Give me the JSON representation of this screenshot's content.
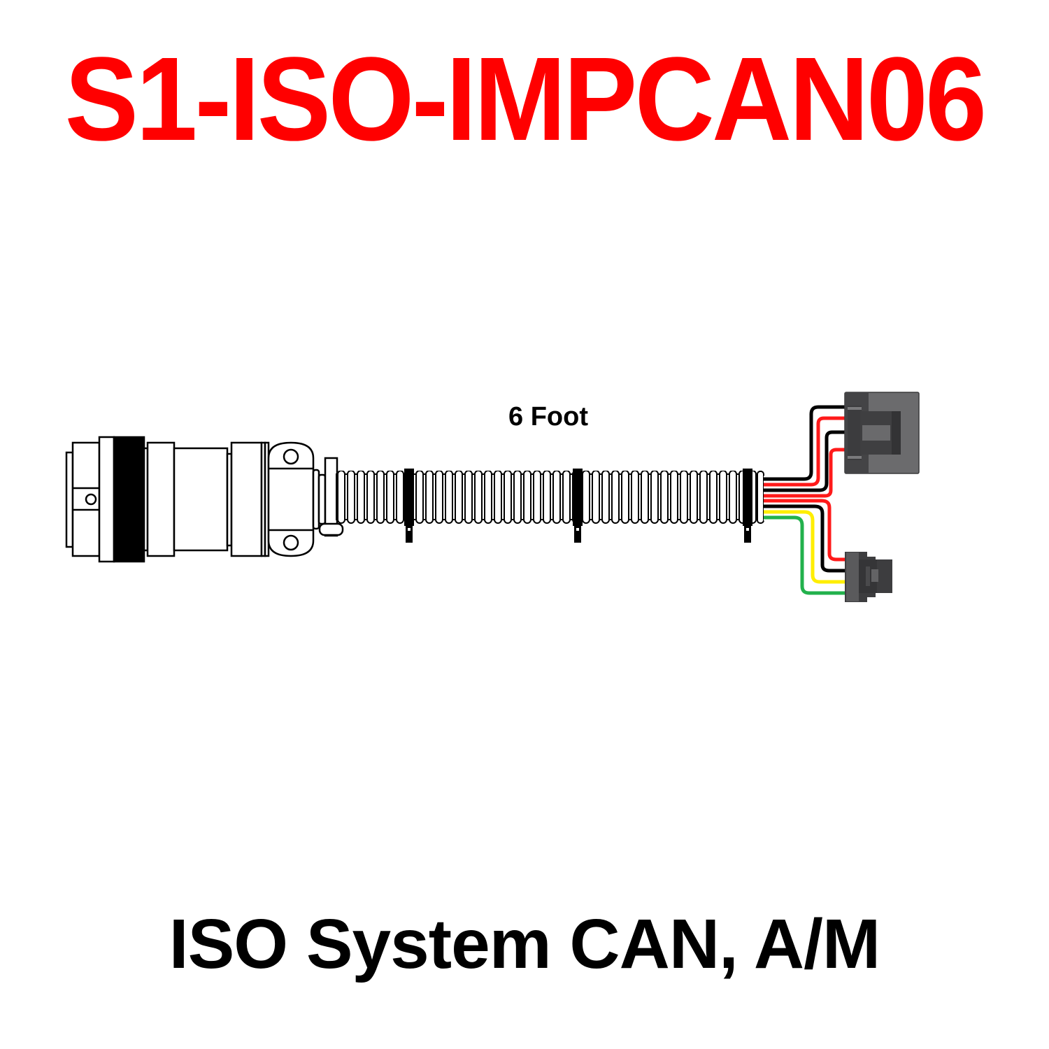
{
  "title": {
    "text": "S1-ISO-IMPCAN06",
    "color": "#ff0000"
  },
  "diagram": {
    "length_label": "6 Foot",
    "cable": {
      "type": "corrugated-loom",
      "clamp_count": 3
    },
    "left_connector": {
      "type": "circular-connector",
      "band_color": "#000000"
    },
    "breakout_wires": [
      {
        "color_name": "black",
        "color": "#000000"
      },
      {
        "color_name": "red",
        "color": "#ff1a1a"
      },
      {
        "color_name": "black",
        "color": "#000000"
      },
      {
        "color_name": "red",
        "color": "#ff1a1a"
      },
      {
        "color_name": "red",
        "color": "#ff1a1a"
      },
      {
        "color_name": "black",
        "color": "#000000"
      },
      {
        "color_name": "yellow",
        "color": "#ffee00"
      },
      {
        "color_name": "green",
        "color": "#22b14c"
      }
    ],
    "right_connectors": [
      {
        "name": "upper-4-pin-connector",
        "wires": [
          "black",
          "red",
          "black",
          "red"
        ],
        "color": "#5b5b5d"
      },
      {
        "name": "lower-4-pin-connector",
        "wires": [
          "red",
          "black",
          "yellow",
          "green"
        ],
        "color": "#4a4a4c"
      }
    ]
  },
  "subtitle": {
    "text": "ISO System CAN, A/M",
    "color": "#000000"
  }
}
